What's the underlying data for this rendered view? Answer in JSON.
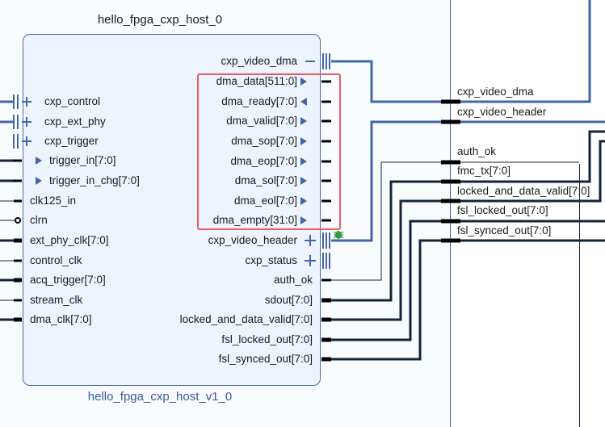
{
  "instance": {
    "name": "hello_fpga_cxp_host_0",
    "module": "hello_fpga_cxp_host_v1_0"
  },
  "left_pins": [
    {
      "label": "cxp_control",
      "kind": "interface",
      "icon": "plus-icon"
    },
    {
      "label": "cxp_ext_phy",
      "kind": "interface",
      "icon": "plus-icon"
    },
    {
      "label": "cxp_trigger",
      "kind": "interface",
      "icon": "plus-icon"
    },
    {
      "label": "trigger_in[7:0]",
      "kind": "bus",
      "icon": "triangle-right-icon"
    },
    {
      "label": "trigger_in_chg[7:0]",
      "kind": "bus",
      "icon": "triangle-right-icon"
    },
    {
      "label": "clk125_in",
      "kind": "signal"
    },
    {
      "label": "clrn",
      "kind": "signal-inverted"
    },
    {
      "label": "ext_phy_clk[7:0]",
      "kind": "bus"
    },
    {
      "label": "control_clk",
      "kind": "signal"
    },
    {
      "label": "acq_trigger[7:0]",
      "kind": "bus"
    },
    {
      "label": "stream_clk",
      "kind": "signal"
    },
    {
      "label": "dma_clk[7:0]",
      "kind": "bus"
    }
  ],
  "right_pins": [
    {
      "label": "cxp_video_dma",
      "kind": "interface-collapsed",
      "icon": "minus-icon"
    },
    {
      "label": "dma_data[511:0]",
      "kind": "bus",
      "icon": "triangle-right-icon"
    },
    {
      "label": "dma_ready[7:0]",
      "kind": "bus",
      "icon": "triangle-left-icon"
    },
    {
      "label": "dma_valid[7:0]",
      "kind": "bus",
      "icon": "triangle-right-icon"
    },
    {
      "label": "dma_sop[7:0]",
      "kind": "bus",
      "icon": "triangle-right-icon"
    },
    {
      "label": "dma_eop[7:0]",
      "kind": "bus",
      "icon": "triangle-right-icon"
    },
    {
      "label": "dma_sol[7:0]",
      "kind": "bus",
      "icon": "triangle-right-icon"
    },
    {
      "label": "dma_eol[7:0]",
      "kind": "bus",
      "icon": "triangle-right-icon"
    },
    {
      "label": "dma_empty[31:0]",
      "kind": "bus",
      "icon": "triangle-right-icon"
    },
    {
      "label": "cxp_video_header",
      "kind": "interface",
      "icon": "plus-icon"
    },
    {
      "label": "cxp_status",
      "kind": "interface",
      "icon": "plus-icon"
    },
    {
      "label": "auth_ok",
      "kind": "signal"
    },
    {
      "label": "sdout[7:0]",
      "kind": "bus"
    },
    {
      "label": "locked_and_data_valid[7:0]",
      "kind": "bus"
    },
    {
      "label": "fsl_locked_out[7:0]",
      "kind": "bus"
    },
    {
      "label": "fsl_synced_out[7:0]",
      "kind": "bus"
    }
  ],
  "net_labels": [
    {
      "label": "cxp_video_dma"
    },
    {
      "label": "cxp_video_header"
    },
    {
      "label": "auth_ok"
    },
    {
      "label": "fmc_tx[7:0]"
    },
    {
      "label": "locked_and_data_valid[7:0]"
    },
    {
      "label": "fsl_locked_out[7:0]"
    },
    {
      "label": "fsl_synced_out[7:0]"
    }
  ],
  "colors": {
    "interface_wire": "#4466a8",
    "signal_wire": "#13243a",
    "highlight": "#f0586a",
    "block_fill": "#eef4fe",
    "block_border": "#4a6aa8",
    "debug_icon": "#2e9a3c"
  }
}
